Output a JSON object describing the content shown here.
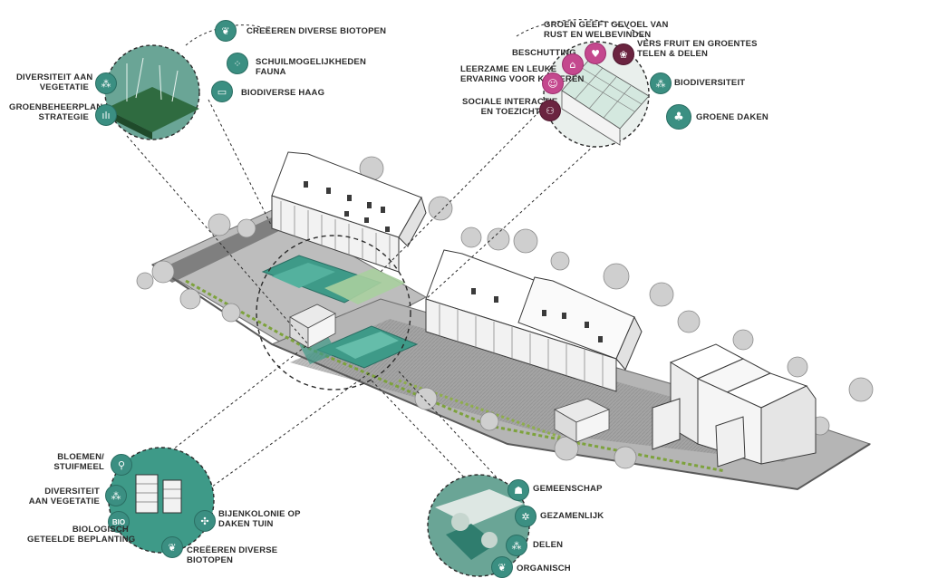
{
  "callout_top_left": {
    "labels": {
      "creeren_diverse_biotopen": "CREËEREN DIVERSE BIOTOPEN",
      "schuilmogelijkheden_1": "SCHUILMOGELIJKHEDEN",
      "schuilmogelijkheden_2": "FAUNA",
      "biodiverse_haag": "BIODIVERSE HAAG",
      "diversiteit_1": "DIVERSITEIT AAN",
      "diversiteit_2": "VEGETATIE",
      "groenbeheer_1": "GROENBEHEERPLAN",
      "groenbeheer_2": "STRATEGIE"
    }
  },
  "callout_top_right": {
    "labels": {
      "groen_gevoel_1": "GROEN GEEFT GEVOEL VAN",
      "groen_gevoel_2": "RUST EN WELBEVINDEN",
      "beschutting": "BESCHUTTING",
      "vers_fruit_1": "VERS FRUIT EN GROENTES",
      "vers_fruit_2": "TELEN & DELEN",
      "leerzame_1": "LEERZAME EN LEUKE",
      "leerzame_2": "ERVARING VOOR KINDEREN",
      "sociale_1": "SOCIALE INTERACTIE",
      "sociale_2": "EN TOEZICHT",
      "biodiversiteit": "BIODIVERSITEIT",
      "groene_daken": "GROENE DAKEN"
    }
  },
  "callout_bottom_left": {
    "labels": {
      "bloemen_1": "BLOEMEN/",
      "bloemen_2": "STUIFMEEL",
      "diversiteit_1": "DIVERSITEIT",
      "diversiteit_2": "AAN VEGETATIE",
      "bio_badge": "BIO",
      "biologisch_1": "BIOLOGISCH",
      "biologisch_2": "GETEELDE BEPLANTING",
      "bijen_1": "BIJENKOLONIE OP",
      "bijen_2": "DAKEN TUIN",
      "creeren_1": "CREËEREN DIVERSE",
      "creeren_2": "BIOTOPEN"
    }
  },
  "callout_bottom_right": {
    "labels": {
      "gemeenschap": "GEMEENSCHAP",
      "gezamenlijk": "GEZAMENLIJK",
      "delen": "DELEN",
      "organisch": "ORGANISCH"
    }
  },
  "colors": {
    "teal": "#3b8f82",
    "teal_light": "#79b9ac",
    "pink": "#c4488e",
    "plum": "#6b2440",
    "ink": "#2b2b2b",
    "roof": "#ffffff",
    "ground": "#8a8a8a"
  },
  "icons": {
    "creeren_diverse_biotopen": "leaf-icon",
    "schuilmogelijkheden": "footprints-icon",
    "biodiverse_haag": "hedge-icon",
    "diversiteit": "molecule-icon",
    "groenbeheer": "grass-icon",
    "groen_gevoel": "heart-icon",
    "beschutting": "shelter-icon",
    "vers_fruit": "fruit-icon",
    "leerzame": "child-icon",
    "sociale": "people-icon",
    "biodiversiteit": "molecule-icon",
    "groene_daken": "tree-icon",
    "bloemen": "pin-icon",
    "bio": "bio-badge",
    "bijen": "windmill-icon",
    "gemeenschap": "community-icon",
    "gezamenlijk": "network-icon",
    "delen": "share-icon"
  }
}
